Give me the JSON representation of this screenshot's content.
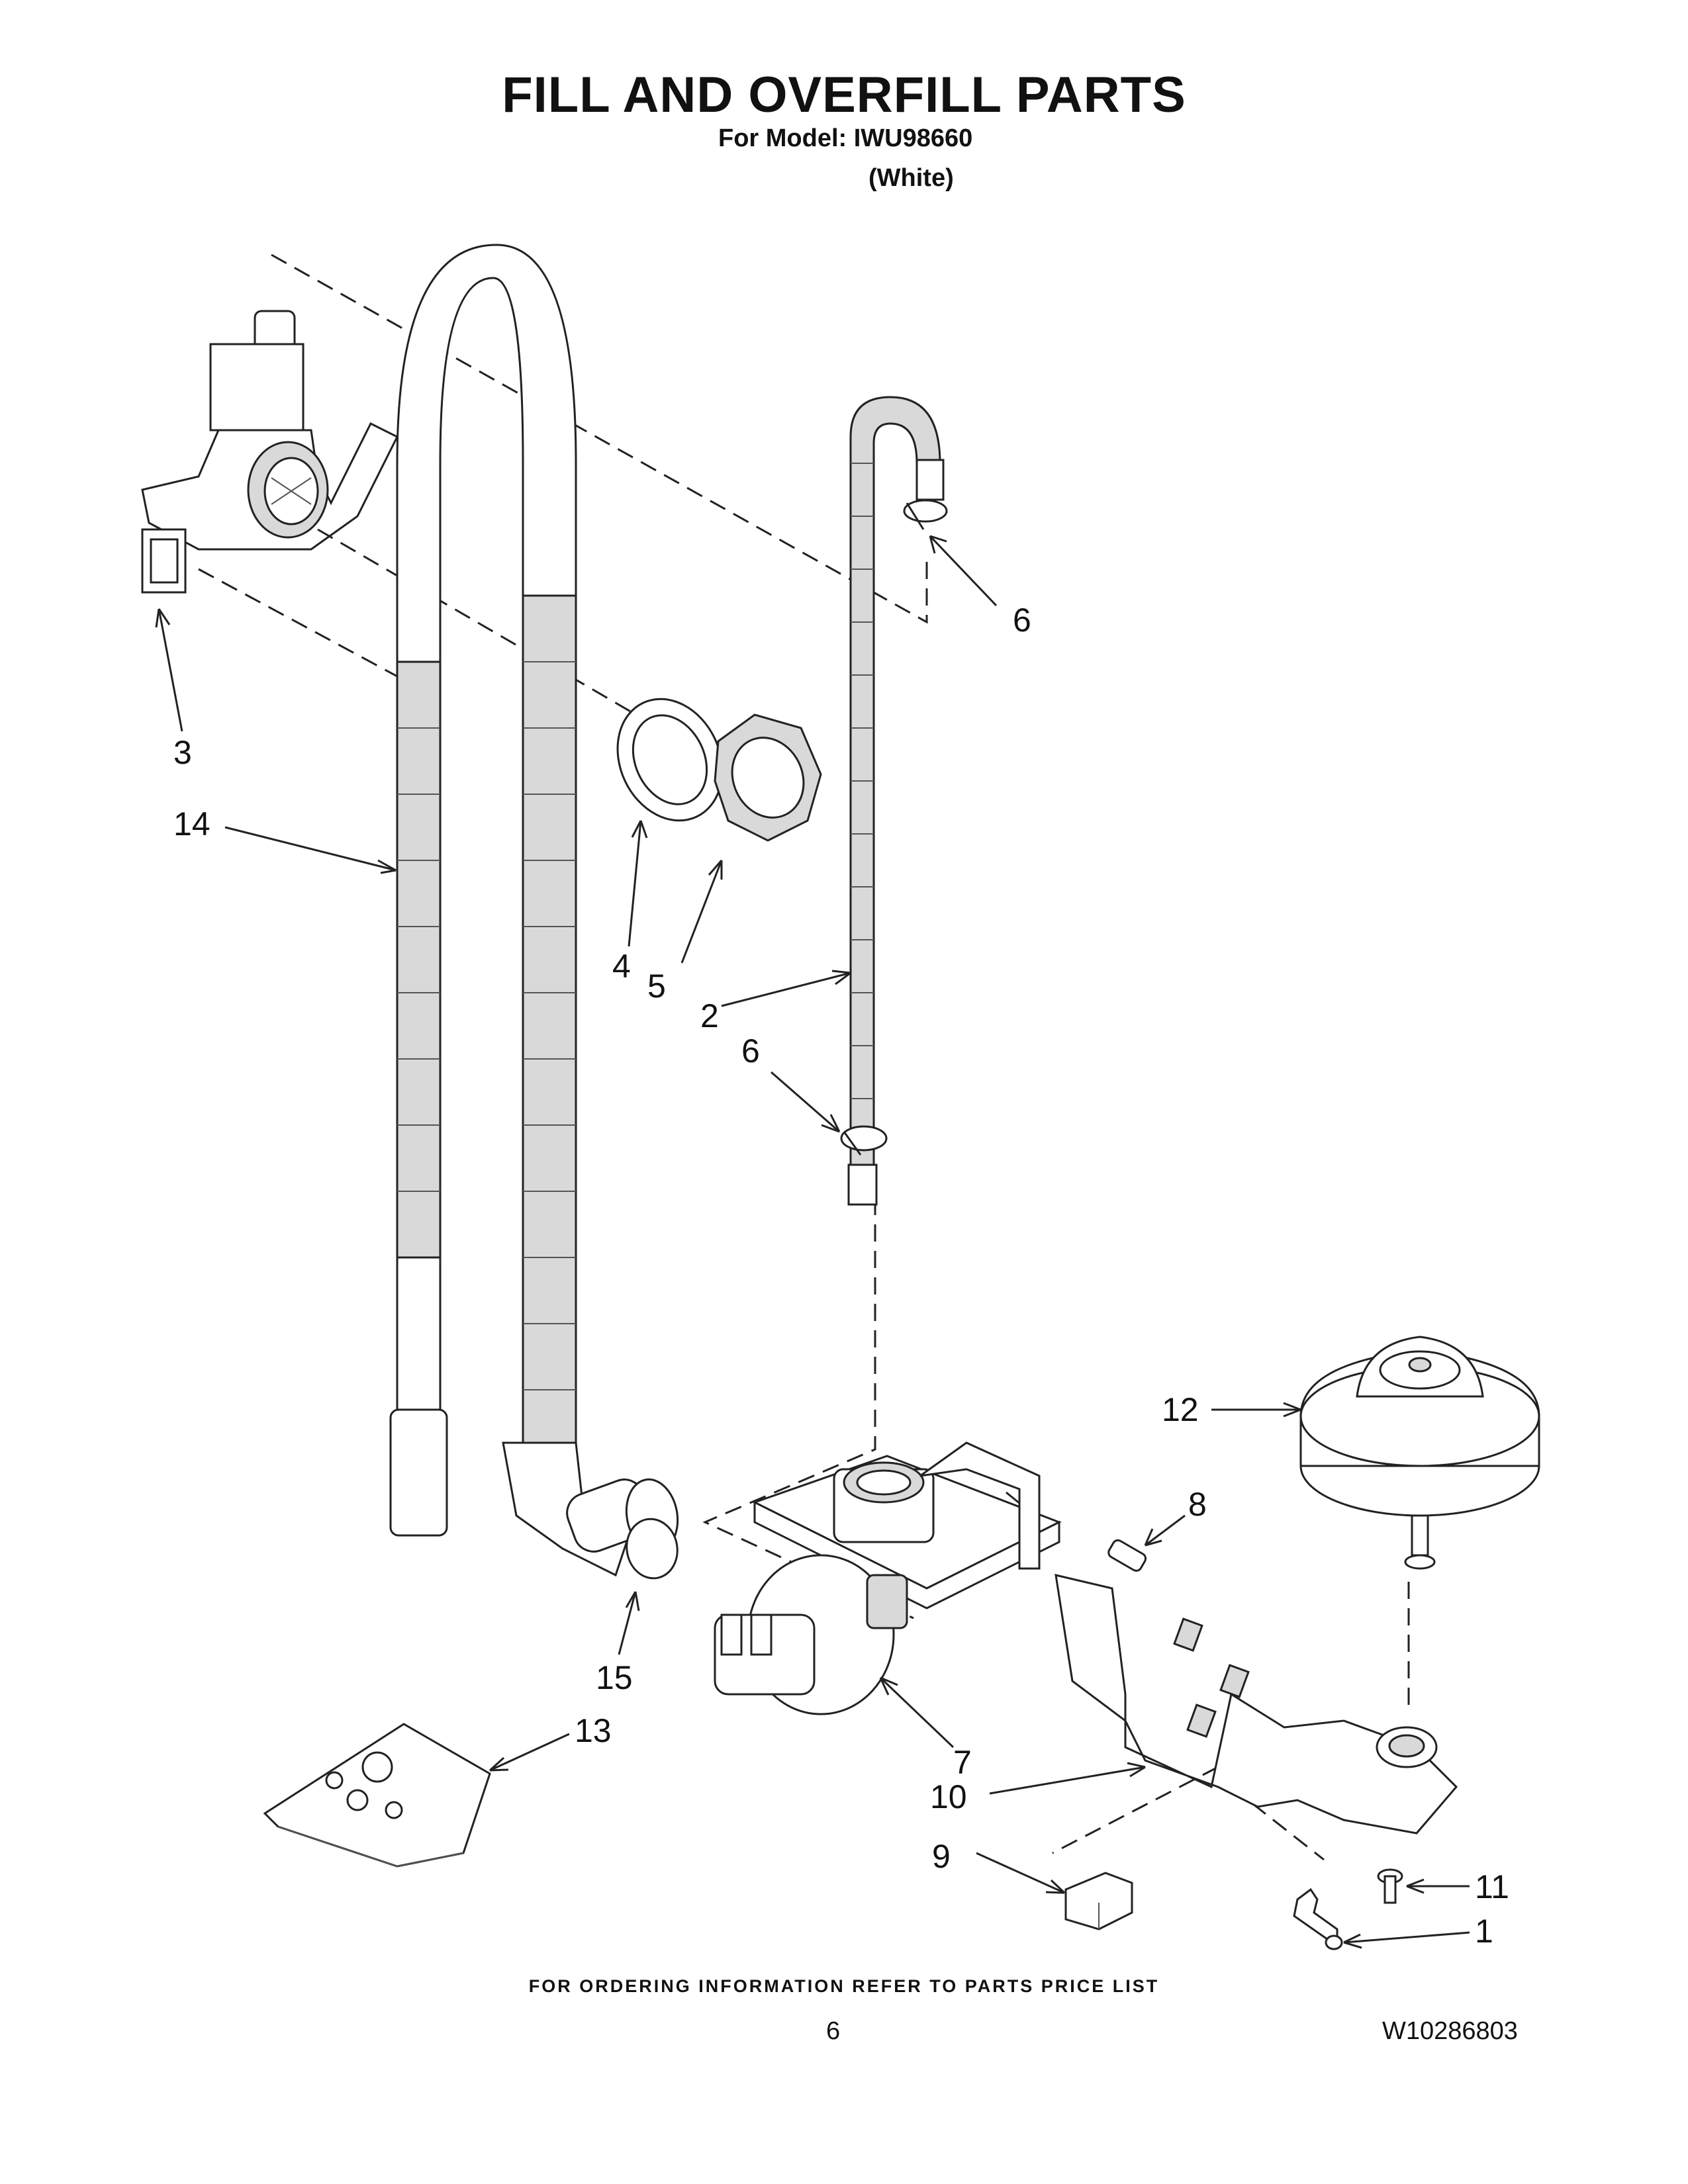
{
  "header": {
    "title": "FILL AND OVERFILL PARTS",
    "model_line": "For Model: IWU98660",
    "color_line": "(White)"
  },
  "callouts": [
    {
      "id": "c6a",
      "label": "6"
    },
    {
      "id": "c3",
      "label": "3"
    },
    {
      "id": "c14",
      "label": "14"
    },
    {
      "id": "c4",
      "label": "4"
    },
    {
      "id": "c5",
      "label": "5"
    },
    {
      "id": "c2",
      "label": "2"
    },
    {
      "id": "c6b",
      "label": "6"
    },
    {
      "id": "c12",
      "label": "12"
    },
    {
      "id": "c8",
      "label": "8"
    },
    {
      "id": "c15",
      "label": "15"
    },
    {
      "id": "c13",
      "label": "13"
    },
    {
      "id": "c7",
      "label": "7"
    },
    {
      "id": "c10",
      "label": "10"
    },
    {
      "id": "c9",
      "label": "9"
    },
    {
      "id": "c11",
      "label": "11"
    },
    {
      "id": "c1",
      "label": "1"
    }
  ],
  "footer": {
    "ordering_note": "FOR ORDERING INFORMATION REFER TO PARTS PRICE LIST",
    "page_number": "6",
    "document_number": "W10286803"
  }
}
